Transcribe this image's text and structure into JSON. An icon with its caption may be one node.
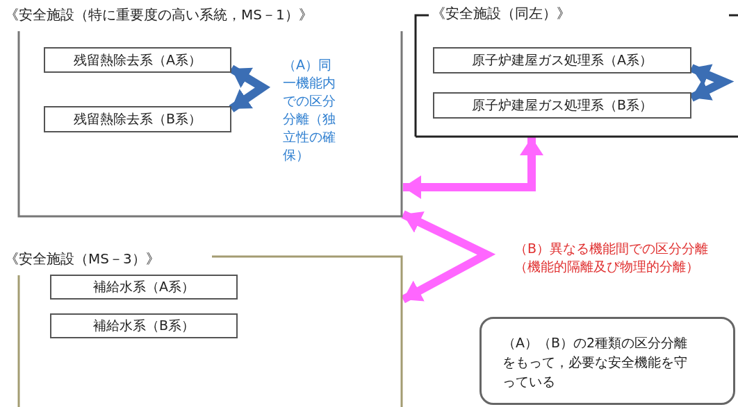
{
  "diagram": {
    "nodes": [
      {
        "text": [
          "《安全施設（特に重要度の高い系統，MS－1）》"
        ]
      },
      {
        "text": [
          "残留熱除去系（A系）"
        ],
        "in": 0
      },
      {
        "text": [
          "残留熱除去系（B系）"
        ],
        "in": 0
      },
      {
        "text": [
          "《安全施設（同左）》"
        ]
      },
      {
        "text": [
          "原子炉建屋ガス処理系（A系）"
        ],
        "in": 3
      },
      {
        "text": [
          "原子炉建屋ガス処理系（B系）"
        ],
        "in": 3
      },
      {
        "text": [
          "《安全施設（MS－3）》"
        ]
      },
      {
        "text": [
          "補給水系（A系）"
        ],
        "in": 6
      },
      {
        "text": [
          "補給水系（B系）"
        ],
        "in": 6
      },
      {
        "text": [
          "（A）（B）の2種類の区分分離をもって，必要な安全機能を守っている"
        ]
      }
    ],
    "edges": [
      {
        "from": 1,
        "to": 2,
        "arrow": "both",
        "color": "#3b6eb4",
        "label": "（A）同一機能内での区分分離（独立性の確保）"
      },
      {
        "from": 4,
        "to": 5,
        "arrow": "both",
        "color": "#3b6eb4"
      },
      {
        "from": 3,
        "to": 0,
        "arrow": "both",
        "color": "#ff66ff"
      },
      {
        "from": 0,
        "to": 6,
        "arrow": "both",
        "color": "#ff66ff",
        "label": "（B）異なる機能間での区分分離（機能的隔離及び物理的分離）"
      }
    ]
  }
}
